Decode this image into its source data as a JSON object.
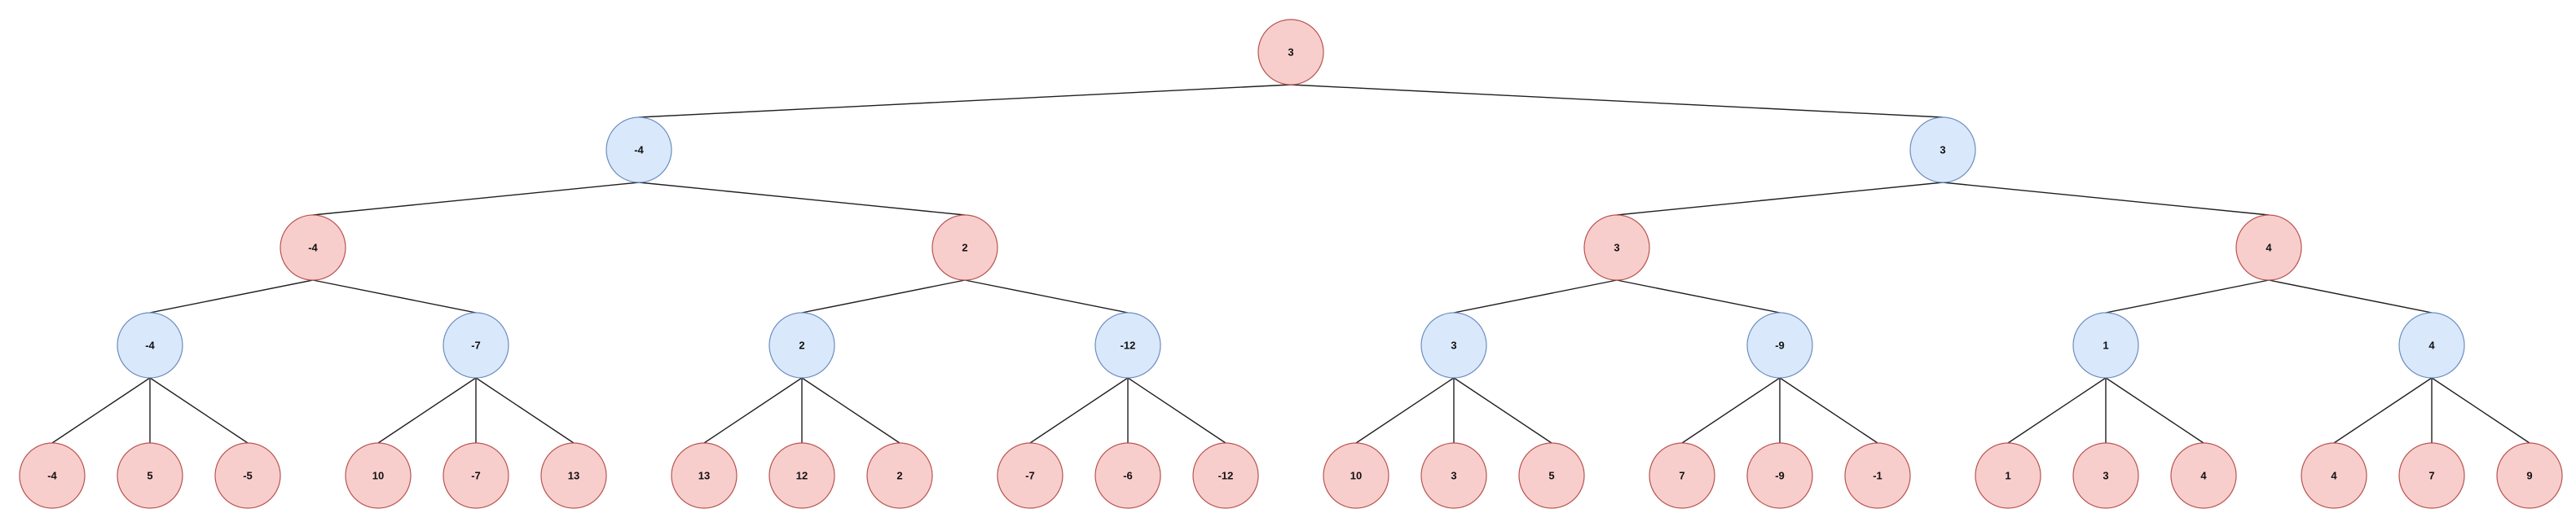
{
  "colors": {
    "max_fill": "#f8cecc",
    "max_stroke": "#b85450",
    "min_fill": "#dae8fc",
    "min_stroke": "#6c8ebf",
    "edge": "#1f1f1f"
  },
  "tree": {
    "value": "3",
    "kind": "max",
    "children": [
      {
        "value": "-4",
        "kind": "min",
        "children": [
          {
            "value": "-4",
            "kind": "max",
            "children": [
              {
                "value": "-4",
                "kind": "min",
                "children": [
                  {
                    "value": "-4",
                    "kind": "leaf"
                  },
                  {
                    "value": "5",
                    "kind": "leaf"
                  },
                  {
                    "value": "-5",
                    "kind": "leaf"
                  }
                ]
              },
              {
                "value": "-7",
                "kind": "min",
                "children": [
                  {
                    "value": "10",
                    "kind": "leaf"
                  },
                  {
                    "value": "-7",
                    "kind": "leaf"
                  },
                  {
                    "value": "13",
                    "kind": "leaf"
                  }
                ]
              }
            ]
          },
          {
            "value": "2",
            "kind": "max",
            "children": [
              {
                "value": "2",
                "kind": "min",
                "children": [
                  {
                    "value": "13",
                    "kind": "leaf"
                  },
                  {
                    "value": "12",
                    "kind": "leaf"
                  },
                  {
                    "value": "2",
                    "kind": "leaf"
                  }
                ]
              },
              {
                "value": "-12",
                "kind": "min",
                "children": [
                  {
                    "value": "-7",
                    "kind": "leaf"
                  },
                  {
                    "value": "-6",
                    "kind": "leaf"
                  },
                  {
                    "value": "-12",
                    "kind": "leaf"
                  }
                ]
              }
            ]
          }
        ]
      },
      {
        "value": "3",
        "kind": "min",
        "children": [
          {
            "value": "3",
            "kind": "max",
            "children": [
              {
                "value": "3",
                "kind": "min",
                "children": [
                  {
                    "value": "10",
                    "kind": "leaf"
                  },
                  {
                    "value": "3",
                    "kind": "leaf"
                  },
                  {
                    "value": "5",
                    "kind": "leaf"
                  }
                ]
              },
              {
                "value": "-9",
                "kind": "min",
                "children": [
                  {
                    "value": "7",
                    "kind": "leaf"
                  },
                  {
                    "value": "-9",
                    "kind": "leaf"
                  },
                  {
                    "value": "-1",
                    "kind": "leaf"
                  }
                ]
              }
            ]
          },
          {
            "value": "4",
            "kind": "max",
            "children": [
              {
                "value": "1",
                "kind": "min",
                "children": [
                  {
                    "value": "1",
                    "kind": "leaf"
                  },
                  {
                    "value": "3",
                    "kind": "leaf"
                  },
                  {
                    "value": "4",
                    "kind": "leaf"
                  }
                ]
              },
              {
                "value": "4",
                "kind": "min",
                "children": [
                  {
                    "value": "4",
                    "kind": "leaf"
                  },
                  {
                    "value": "7",
                    "kind": "leaf"
                  },
                  {
                    "value": "9",
                    "kind": "leaf"
                  }
                ]
              }
            ]
          }
        ]
      }
    ]
  }
}
